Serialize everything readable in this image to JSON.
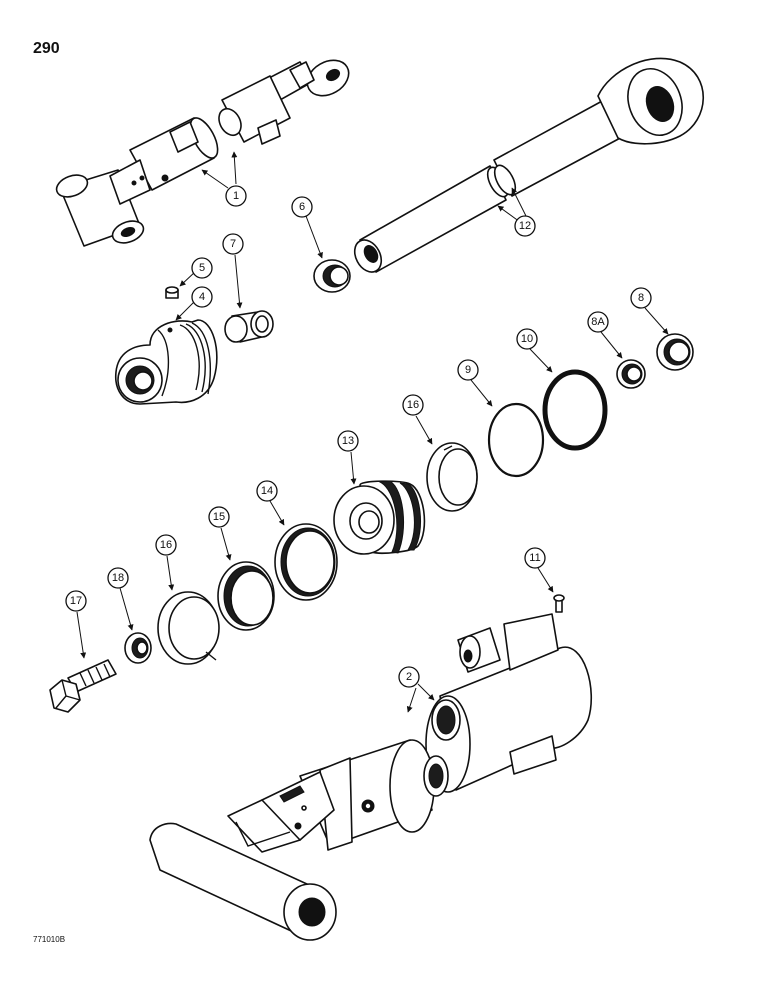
{
  "page": {
    "number": "290",
    "ref_code": "771010B"
  },
  "callouts": {
    "c1": "1",
    "c2": "2",
    "c4": "4",
    "c5": "5",
    "c6": "6",
    "c7": "7",
    "c8": "8",
    "c8a": "8A",
    "c9": "9",
    "c10": "10",
    "c11": "11",
    "c12": "12",
    "c13": "13",
    "c14": "14",
    "c15": "15",
    "c16a": "16",
    "c16b": "16",
    "c17": "17",
    "c18": "18"
  }
}
